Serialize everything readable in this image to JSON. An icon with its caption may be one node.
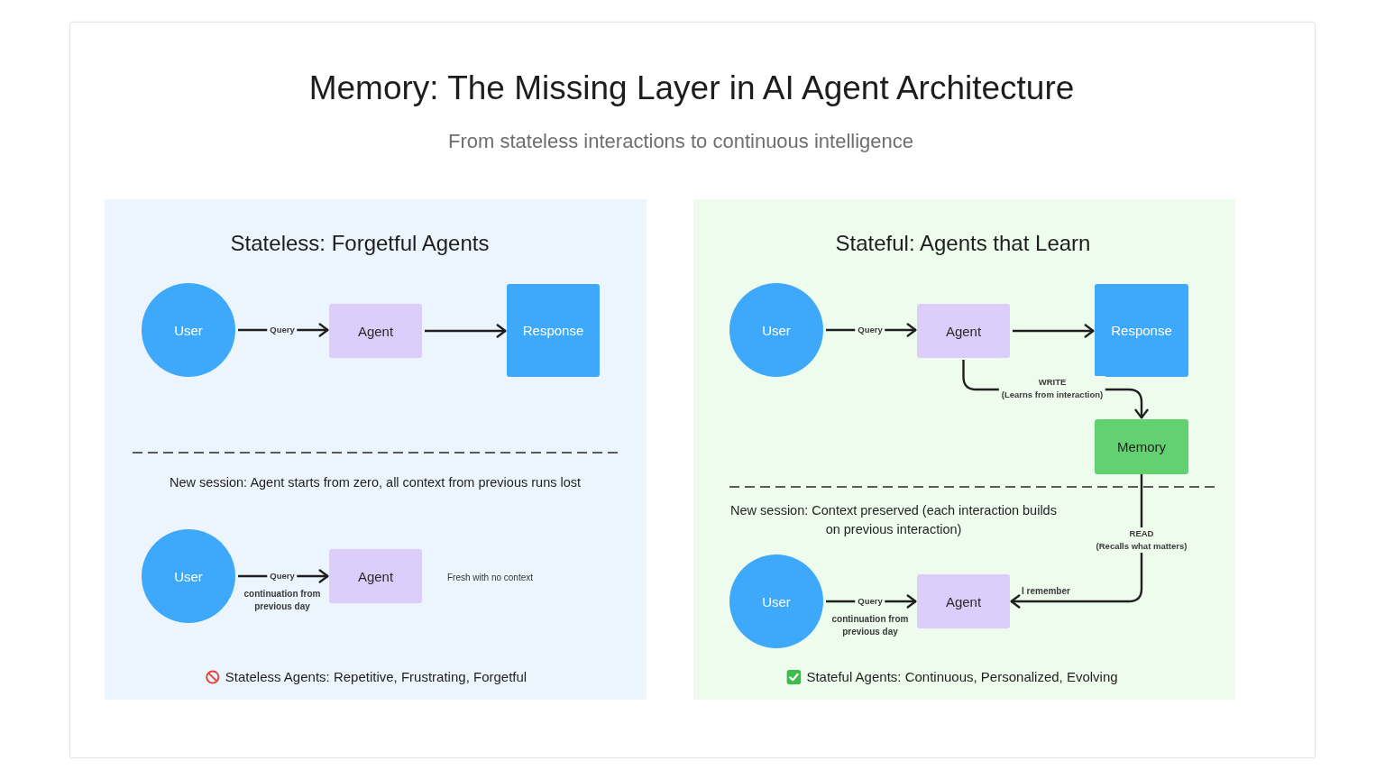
{
  "diagram": {
    "title": "Memory: The Missing Layer in AI Agent Architecture",
    "nodes": [
      {
        "text": [
          "Stateless: Forgetful Agents",
          "New session: Agent starts from zero, all context from previous runs lost",
          "Stateless Agents: Repetitive, Frustrating, Forgetful"
        ]
      },
      {
        "text": [
          "User"
        ],
        "in": 0
      },
      {
        "text": [
          "Agent"
        ],
        "in": 0
      },
      {
        "text": [
          "Response"
        ],
        "in": 0
      },
      {
        "text": [
          "User"
        ],
        "in": 0
      },
      {
        "text": [
          "Agent"
        ],
        "in": 0,
        "beside": [
          "Fresh with no context"
        ]
      },
      {
        "text": [
          "Stateful: Agents that Learn",
          "New session: Context preserved (each interaction builds on previous interaction)",
          "Stateful Agents: Continuous, Personalized, Evolving"
        ]
      },
      {
        "text": [
          "User"
        ],
        "in": 6
      },
      {
        "text": [
          "Agent"
        ],
        "in": 6
      },
      {
        "text": [
          "Response"
        ],
        "in": 6
      },
      {
        "text": [
          "Memory"
        ],
        "in": 6
      },
      {
        "text": [
          "User"
        ],
        "in": 6
      },
      {
        "text": [
          "Agent"
        ],
        "in": 6
      }
    ],
    "edges": [
      {
        "from": 1,
        "to": 2,
        "arrow": "to",
        "label": "Query"
      },
      {
        "from": 2,
        "to": 3,
        "arrow": "to"
      },
      {
        "from": 4,
        "to": 5,
        "arrow": "to",
        "label": "Query"
      },
      {
        "from": 7,
        "to": 8,
        "arrow": "to",
        "label": "Query"
      },
      {
        "from": 8,
        "to": 9,
        "arrow": "to"
      },
      {
        "from": 8,
        "to": 10,
        "arrow": "to",
        "label": "WRITE (Learns from interaction)"
      },
      {
        "from": 10,
        "to": 12,
        "arrow": "to",
        "label": "READ (Recalls what matters)"
      },
      {
        "from": 11,
        "to": 12,
        "arrow": "to",
        "label": "Query"
      }
    ],
    "labels": [
      "From stateless interactions to continuous intelligence",
      "continuation from previous day",
      "I remember",
      "continuation from previous day"
    ]
  }
}
